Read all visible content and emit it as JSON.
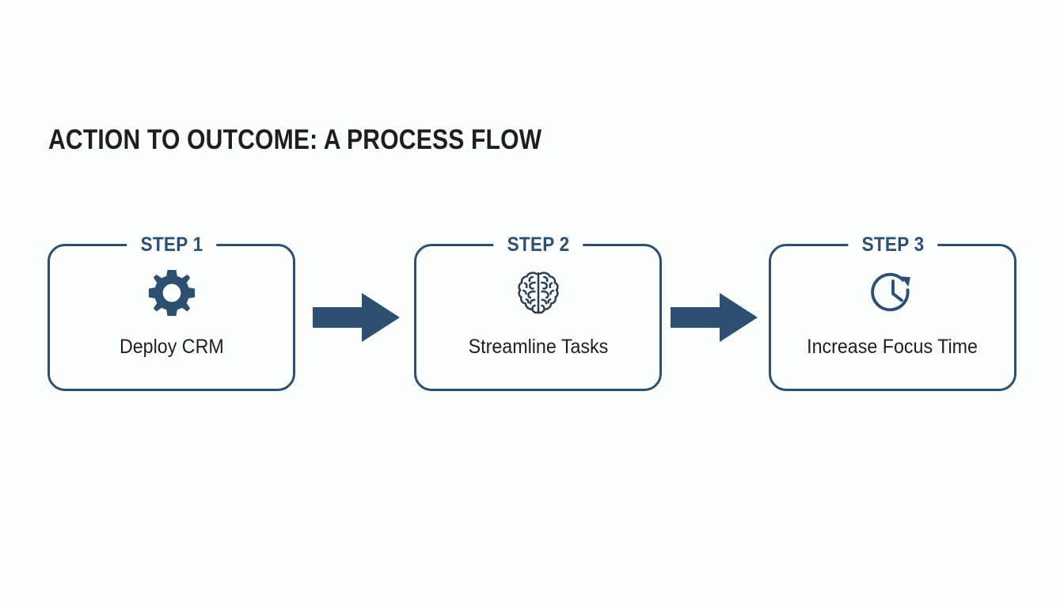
{
  "slide": {
    "title": "ACTION TO OUTCOME: A PROCESS FLOW",
    "background_color": "#fcfdfd",
    "accent_color": "#2e5070",
    "border_color": "#2e4f6e",
    "text_color": "#1f1f1f",
    "title_color": "#1e1e1e"
  },
  "flow": {
    "steps": [
      {
        "label": "STEP 1",
        "text": "Deploy CRM",
        "icon": "gear-icon"
      },
      {
        "label": "STEP 2",
        "text": "Streamline Tasks",
        "icon": "brain-icon"
      },
      {
        "label": "STEP 3",
        "text": "Increase Focus Time",
        "icon": "clock-history-icon"
      }
    ],
    "connectors": [
      {
        "icon": "arrow-right-icon",
        "direction": "right"
      },
      {
        "icon": "arrow-right-icon",
        "direction": "right"
      }
    ]
  }
}
